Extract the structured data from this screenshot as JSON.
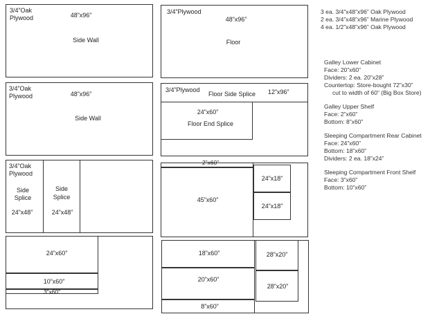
{
  "sheets": {
    "s1": {
      "material": [
        "3/4”Oak",
        "Plywood"
      ],
      "size": "48”x96”",
      "name": "Side Wall"
    },
    "s2": {
      "material": [
        "3/4”Oak",
        "Plywood"
      ],
      "size": "48”x96”",
      "name": "Side Wall"
    },
    "s3": {
      "material": [
        "3/4”Oak",
        "Plywood"
      ],
      "splice_a": {
        "name": [
          "Side",
          "Splice"
        ],
        "size": "24”x48”"
      },
      "splice_b": {
        "name": [
          "Side",
          "Splice"
        ],
        "size": "24”x48”"
      }
    },
    "s4": {
      "piece_a": "24”x60”",
      "piece_b": "10”x60”",
      "piece_c": "3”x60”"
    },
    "s5": {
      "material": "3/4”Plywood",
      "size": "48”x96”",
      "name": "Floor"
    },
    "s6": {
      "material": "3/4”Plywood",
      "side_splice": "Floor Side Splice",
      "side_splice_size": "12”x96”",
      "end_splice_size": "24”x60”",
      "end_splice": "Floor End Splice"
    },
    "s7": {
      "strip": "2”x60”",
      "main": "45”x60”",
      "small_a": "24”x18”",
      "small_b": "24”x18”"
    },
    "s8": {
      "a": "18”x60”",
      "b": "20”x60”",
      "c": "8”x60”",
      "d": "28”x20”",
      "e": "28”x20”"
    }
  },
  "materials": [
    "3 ea. 3/4”x48”x96” Oak Plywood",
    "2 ea. 3/4”x48”x96” Marine Plywood",
    "4 ea. 1/2”x48”x96” Oak Plywood"
  ],
  "sections": [
    {
      "title": "Galley Lower Cabinet",
      "lines": [
        "Face: 20”x60”",
        "Dividers: 2 ea. 20”x28”",
        "Countertop: Store-bought 72”x30”"
      ],
      "indent": "cut to width of 60” (Big Box Store)"
    },
    {
      "title": "Galley Upper Shelf",
      "lines": [
        "Face: 2”x60”",
        "Bottom: 8”x60”"
      ]
    },
    {
      "title": "Sleeping Compartment Rear Cabinet",
      "lines": [
        "Face: 24”x60”",
        "Bottom: 18”x60”",
        "Dividers: 2 ea. 18”x24”"
      ]
    },
    {
      "title": "Sleeping Compartment Front Shelf",
      "lines": [
        "Face: 3”x60”",
        "Bottom: 10”x60”"
      ]
    }
  ]
}
